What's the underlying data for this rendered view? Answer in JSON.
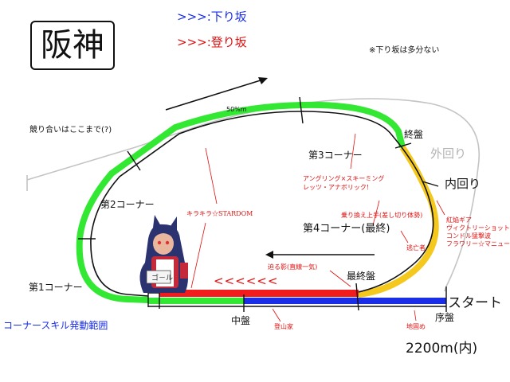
{
  "title": "阪神",
  "legend": {
    "down_slope": ">>>:下り坂",
    "up_slope": ">>>:登り坂",
    "down_color": "#1a2ee8",
    "up_color": "#e01010"
  },
  "note_top_right": "※下り坂は多分ない",
  "segment_length": "50%m",
  "corner_labels": {
    "c1": "第1コーナー",
    "c2": "第2コーナー",
    "c3": "第3コーナー",
    "c4": "第4コーナー(最終)"
  },
  "phase_labels": {
    "opening": "序盤",
    "middle": "中盤",
    "final": "最終盤",
    "last": "終盤"
  },
  "start_label": "スタート",
  "course_labels": {
    "outer": "外回り",
    "inner": "内回り"
  },
  "contest_label": "競り合いはここまで(?)",
  "corner_skill_range": "コーナースキル発動範囲",
  "distance": "2200m(内)",
  "uphill_arrows": "<<<<<<",
  "skill_annotations": {
    "stardom": "キラキラ☆STARDOM",
    "angling": [
      "アングリング×スキーミング",
      "レッツ・アナボリック!"
    ],
    "norikae": "乗り換え上手(差し切り体勢)",
    "nigeshi": "逃亡者",
    "kouen": [
      "紅焔ギア",
      "ヴィクトリーショット!",
      "コンドル猛撃波",
      "フラワリー☆マニューバ"
    ],
    "semarikage": "迫る影(直線一気)",
    "tozanka": "登山家",
    "jigatame": "地固め"
  },
  "colors": {
    "track_corner": "#33e833",
    "track_final": "#f5c81e",
    "uphill": "#f21c1c",
    "downhill": "#1a2ee8",
    "outer_course": "#c0c0c0"
  }
}
